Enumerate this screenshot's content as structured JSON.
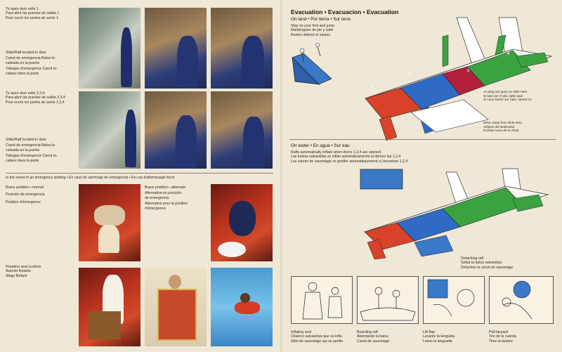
{
  "left_panel": {
    "exit1_caption": [
      "To open door exits 1",
      "Para abrir las puertas de salida 1",
      "Pour ouvrir les portes de sortie 1"
    ],
    "slide1_caption": [
      "Slide/Raft located in door",
      "Canot de emergencia Balsa lo-",
      "calizada en la puerta",
      "Tobogan d'emergence Canot lo-",
      "calisez dans la porte"
    ],
    "exit234_caption": [
      "To open door exits 2,3,4",
      "Para abrir las puertas de salida 2,3,4",
      "Pour ouvrir les portes de sortie 2,3,4"
    ],
    "slide234_caption": [
      "Slide/Raft located in door",
      "Canot de emergencia Balsa lo-",
      "calizada en la puerta",
      "Tobogan d'emergence Canot lo-",
      "calisez dans la porte"
    ],
    "emergency_landing_line": "In the event of an emergency landing • En caso de aterrizaje de emergencia • En cas d'atterrissage forcé",
    "brace_normal": [
      "Brace position—normal",
      "Posición de emergencia",
      "Position d'émergence"
    ],
    "brace_alternate": [
      "Brace position—alternate",
      "Alternativa en posición",
      "de emergencia",
      "Alternative pour la position",
      "d'émergence"
    ],
    "flotation": [
      "Flotation seat cushion",
      "Asiento flotante",
      "Siège flottant"
    ]
  },
  "right_panel": {
    "title": "Evacuation • Evacuacion • Evacuation",
    "on_land": "On land • Por tierra • Sur terre",
    "stay_on_feet": [
      "Stay on your feet and jump",
      "Manténgase de pie y salte",
      "Restez debout et sautez"
    ],
    "wing_exit": [
      "At wing exit jump on slide here",
      "Si sale por el ala, salte aquí",
      "Si vous sortez sur l'aile, sautez ici"
    ],
    "move_away": [
      "Move away from slide area",
      "Aléjese del deslizador",
      "Ecartez-vous de la chute"
    ],
    "on_water": "On water • En agua • Sur eau",
    "rafts_inflate": [
      "Rafts automatically inflate when doors 1,2,4 are opened",
      "Las balsas salvavidas se inflan automaticamente al abrirse las 1,2,4",
      "Les canots de sauvetage se gonfler automatiquement a l'ouverture 1,2,4"
    ],
    "detaching_raft": [
      "Detaching raft",
      "Soltar la balsa salvavidas",
      "Detachez le canot de sauvetage"
    ],
    "steps": [
      {
        "lines": [
          "Inflating vest",
          "Chaleco salvavidas que se infla",
          "Gilet de sauvetage qui se gonfle"
        ]
      },
      {
        "lines": [
          "Boarding raft",
          "Abordando la balsa",
          "Canot de sauvetage"
        ]
      },
      {
        "lines": [
          "Lift flap",
          "Levante la lengüeta",
          "Levez la languette"
        ]
      },
      {
        "lines": [
          "Pull lanyard",
          "Tire de la cuerda",
          "Tirez la lanière"
        ]
      }
    ],
    "door_numbers": [
      "1",
      "2",
      "3",
      "4"
    ]
  },
  "colors": {
    "paper": "#efe8d6",
    "zone_red": "#d8412a",
    "zone_blue": "#2f6bc4",
    "zone_crimson": "#b3203a",
    "zone_green": "#3aa340",
    "raft_blue": "#3a78c8"
  }
}
